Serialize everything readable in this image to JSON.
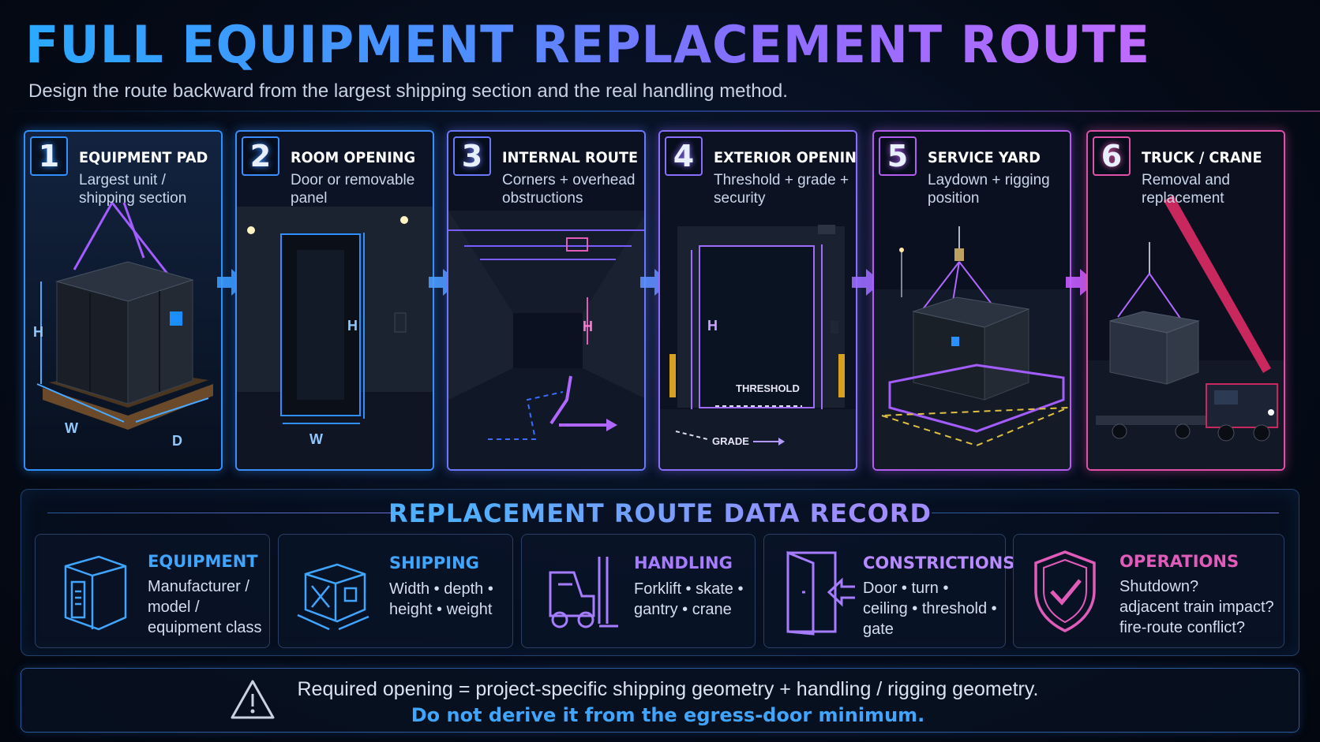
{
  "title": "FULL EQUIPMENT REPLACEMENT ROUTE",
  "subtitle": "Design the route backward from the largest shipping section and the real handling method.",
  "steps": [
    {
      "num": "1",
      "title": "EQUIPMENT PAD",
      "desc": "Largest unit / shipping section",
      "labels": [
        "H",
        "W",
        "D"
      ]
    },
    {
      "num": "2",
      "title": "ROOM OPENING",
      "desc": "Door or removable panel",
      "labels": [
        "H",
        "W"
      ]
    },
    {
      "num": "3",
      "title": "INTERNAL ROUTE",
      "desc": "Corners + overhead obstructions",
      "labels": [
        "H"
      ]
    },
    {
      "num": "4",
      "title": "EXTERIOR OPENING",
      "desc": "Threshold + grade + security",
      "labels": [
        "H",
        "THRESHOLD",
        "GRADE"
      ]
    },
    {
      "num": "5",
      "title": "SERVICE YARD",
      "desc": "Laydown + rigging position",
      "labels": []
    },
    {
      "num": "6",
      "title": "TRUCK / CRANE",
      "desc": "Removal and replacement",
      "labels": []
    }
  ],
  "colors": {
    "step1": "#2f8fff",
    "step2": "#3a8cff",
    "step3": "#6a78ff",
    "step4": "#8a6cff",
    "step5": "#b25cf0",
    "step6": "#e04fa8",
    "cyan": "#3fa5ff",
    "purple": "#a67cff",
    "magenta": "#e05cb8"
  },
  "record": {
    "title": "REPLACEMENT ROUTE DATA RECORD",
    "cards": [
      {
        "title": "EQUIPMENT",
        "lines": [
          "Manufacturer /",
          "model /",
          "equipment class"
        ],
        "icon": "equipment-cabinet-icon"
      },
      {
        "title": "SHIPPING",
        "lines": [
          "Width • depth •",
          "height • weight"
        ],
        "icon": "shipping-crate-icon"
      },
      {
        "title": "HANDLING",
        "lines": [
          "Forklift • skate •",
          "gantry • crane"
        ],
        "icon": "forklift-icon"
      },
      {
        "title": "CONSTRICTIONS",
        "lines": [
          "Door • turn •",
          "ceiling • threshold •",
          "gate"
        ],
        "icon": "door-arrow-icon"
      },
      {
        "title": "OPERATIONS",
        "lines": [
          "Shutdown?",
          "adjacent train impact?",
          "fire-route conflict?"
        ],
        "icon": "shield-check-icon"
      }
    ]
  },
  "footer": {
    "line1": "Required opening = project-specific shipping geometry  +  handling / rigging geometry.",
    "line2": "Do not derive it from the egress-door minimum.",
    "icon": "warning-icon"
  }
}
